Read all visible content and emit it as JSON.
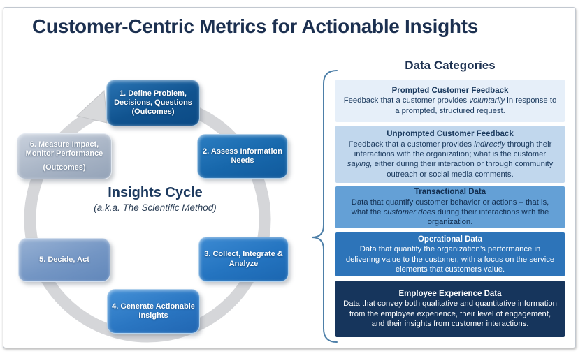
{
  "title": "Customer-Centric Metrics for Actionable Insights",
  "cycle": {
    "heading": "Insights Cycle",
    "subheading": "(a.k.a. The Scientific Method)",
    "steps": [
      {
        "text": "1. Define Problem,\nDecisions, Questions\n(Outcomes)"
      },
      {
        "text": "2. Assess Information\nNeeds"
      },
      {
        "text": "3. Collect, Integrate &\nAnalyze"
      },
      {
        "text": "4. Generate Actionable\nInsights"
      },
      {
        "text": "5. Decide, Act"
      },
      {
        "text": "6. Measure Impact,\nMonitor Performance",
        "text2": "(Outcomes)"
      }
    ]
  },
  "data_categories": {
    "heading": "Data Categories",
    "items": [
      {
        "title": "Prompted Customer Feedback",
        "body": [
          "Feedback that a customer provides ",
          "voluntarily",
          " in response to a prompted, structured request."
        ]
      },
      {
        "title": "Unprompted Customer Feedback",
        "body": [
          "Feedback that a customer provides ",
          "indirectly",
          " through their interactions with the organization; what is the customer ",
          "saying,",
          " either during their interaction or through community outreach or social media comments."
        ]
      },
      {
        "title": "Transactional Data",
        "body": [
          "Data that quantify customer behavior or actions – that is, what the ",
          "customer does",
          " during their interactions with the organization."
        ]
      },
      {
        "title": "Operational Data",
        "body": [
          "Data that quantify the organization’s performance in delivering value to the customer, with a focus on the service elements that customers value."
        ]
      },
      {
        "title": "Employee Experience Data",
        "body": [
          "Data that convey both qualitative and quantitative information from the employee experience, their level of engagement, and their insights from customer interactions."
        ]
      }
    ]
  },
  "colors": {
    "title_text": "#1c3050",
    "step1_blue": "#10538f",
    "step2_blue": "#1767ab",
    "step3_blue": "#2474c0",
    "step4_blue": "#2a76c2",
    "step5_steel": "#7496c4",
    "step6_silver": "#a9b5c6",
    "prompted_bg": "#e6eff9",
    "unprompted_bg": "#c1d7ed",
    "transactional_bg": "#64a0d6",
    "operational_bg": "#2d74b9",
    "employee_bg": "#16355c",
    "ring_gray": "#d5d6d9",
    "brace_blue": "#4d7fa8"
  }
}
